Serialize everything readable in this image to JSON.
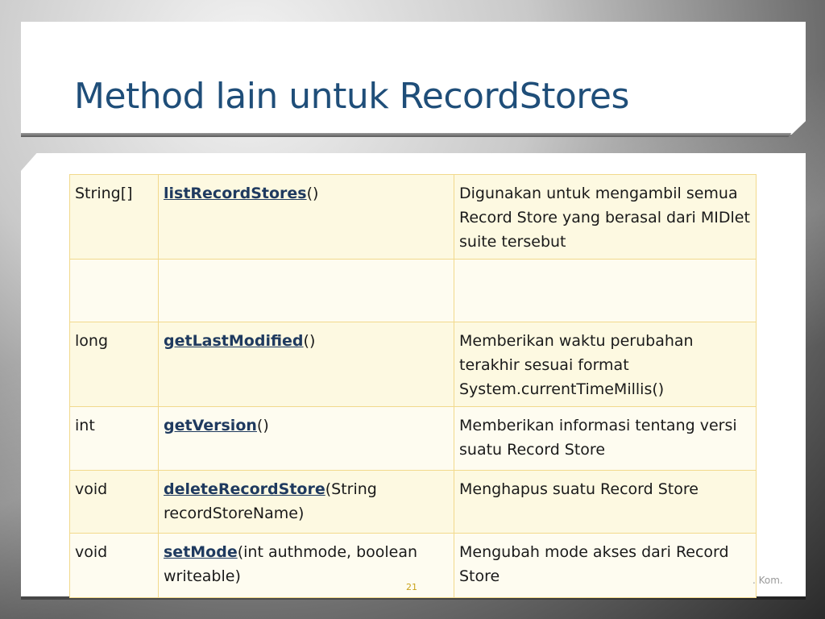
{
  "slide": {
    "title": "Method lain untuk RecordStores",
    "page_number": "21",
    "footer_partial": ". Kom."
  },
  "table": {
    "rows": [
      {
        "type": "String[]",
        "method": "listRecordStores",
        "params": "()",
        "description": "Digunakan untuk mengambil semua Record Store yang berasal dari MIDlet suite tersebut"
      },
      {
        "type": "",
        "method": "",
        "params": "",
        "description": ""
      },
      {
        "type": "long",
        "method": "getLastModified",
        "params": "()",
        "description": "Memberikan waktu perubahan terakhir sesuai format System.currentTimeMillis()"
      },
      {
        "type": "int",
        "method": "getVersion",
        "params": "()",
        "description": "Memberikan informasi tentang versi suatu Record Store"
      },
      {
        "type": "void",
        "method": "deleteRecordStore",
        "params": "(String recordStoreName)",
        "description": "Menghapus suatu Record Store"
      },
      {
        "type": "void",
        "method": "setMode",
        "params": "(int authmode, boolean writeable)",
        "description": "Mengubah mode akses dari Record Store"
      }
    ]
  },
  "colors": {
    "title": "#1f4e79",
    "table_border": "#f2d98c",
    "row_shade": "#fdf9e1"
  }
}
